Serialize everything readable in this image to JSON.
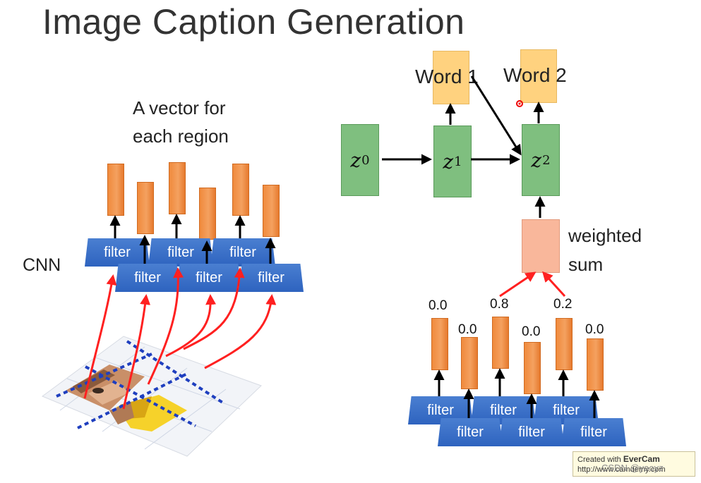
{
  "title": "Image Caption Generation",
  "cnn_label": "CNN",
  "vector_caption_line1": "A vector for",
  "vector_caption_line2": "each region",
  "weighted_sum_line1": "weighted",
  "weighted_sum_line2": "sum",
  "word1": "Word 1",
  "word2": "Word 2",
  "z_nodes": [
    {
      "base": "z",
      "sup": "0"
    },
    {
      "base": "z",
      "sup": "1"
    },
    {
      "base": "z",
      "sup": "2"
    }
  ],
  "filter_label": "filter",
  "weights": [
    "0.0",
    "0.0",
    "0.8",
    "0.0",
    "0.2",
    "0.0"
  ],
  "watermark": {
    "prefix": "Created with ",
    "brand": "EverCam",
    "url": "http://www.camdemy.com"
  },
  "overlay_text": "CSDN @yaoyz",
  "colors": {
    "z_node": "#7fbf7f",
    "word_box": "#ffd27f",
    "weighted_sum_box": "#f9b79b",
    "region_vector": "#f08a3c",
    "filter": "#2e63bf",
    "attention_arrow": "#ff2020"
  }
}
